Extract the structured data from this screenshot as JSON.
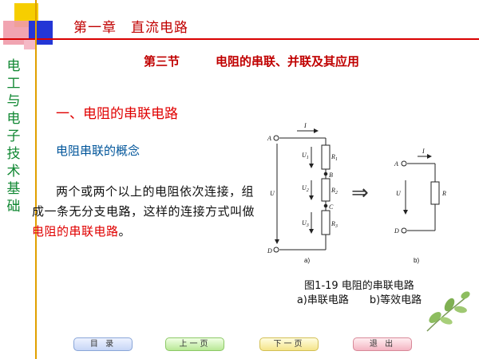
{
  "header": {
    "chapter_title": "第一章　直流电路"
  },
  "sidebar": {
    "course_title": "电工与电子技术基础"
  },
  "slide": {
    "section_title": "第三节　　　电阻的串联、并联及其应用",
    "heading": "一、电阻的串联电路",
    "subheading": "电阻串联的概念",
    "paragraph_text": "两个或两个以上的电阻依次连接，组成一条无分支电路，这样的连接方式叫做",
    "paragraph_highlight": "电阻的串联电路",
    "paragraph_end": "。"
  },
  "figure": {
    "circuit_a": {
      "node_a": "A",
      "node_b": "B",
      "node_c": "C",
      "node_d": "D",
      "current": "I",
      "voltage_total": "U",
      "u1": "U",
      "u1_sub": "1",
      "u2": "U",
      "u2_sub": "2",
      "u3": "U",
      "u3_sub": "3",
      "r1": "R",
      "r1_sub": "1",
      "r2": "R",
      "r2_sub": "2",
      "r3": "R",
      "r3_sub": "3",
      "label": "a)"
    },
    "circuit_b": {
      "node_a": "A",
      "node_d": "D",
      "current": "I",
      "voltage": "U",
      "resistor": "R",
      "label": "b)"
    },
    "equiv_symbol": "⇒",
    "caption_line1": "图1-19  电阻的串联电路",
    "caption_line2": "a)串联电路　　b)等效电路"
  },
  "nav": {
    "contents": "目 录",
    "prev": "上一页",
    "next": "下一页",
    "exit": "退 出"
  },
  "colors": {
    "title_red": "#c00000",
    "side_green": "#118833",
    "sub_blue": "#00559a"
  }
}
